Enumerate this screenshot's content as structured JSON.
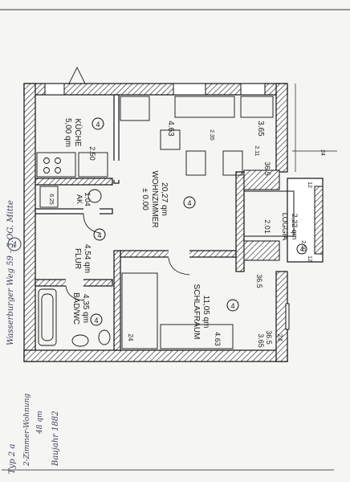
{
  "rooms": {
    "kueche": {
      "name": "KÜCHE",
      "area": "5,00 qm",
      "dim_a": "2.50",
      "dim_b": "4.63",
      "dim_c": "3.65"
    },
    "wohnzimmer": {
      "level": "± 0.00",
      "name": "WOHNZIMMER",
      "area": "20,27 qm"
    },
    "ak": {
      "name": "AK",
      "area": "1.04"
    },
    "flur": {
      "name": "FLUR",
      "area": "4,54 qm"
    },
    "bad": {
      "name": "BAD/WC",
      "area": "4,35 qm"
    },
    "loggia": {
      "name": "LOGGIA",
      "area": "2,22 qm",
      "dim_a": "2.01",
      "dim_b": "2.50"
    },
    "schlafraum": {
      "name": "SCHLAFRAUM",
      "area": "11,05 qm",
      "dim_a": "4.63",
      "dim_b": "3.65"
    }
  },
  "markers": {
    "room_number": "4"
  },
  "dims": {
    "d_235": "2.35",
    "d_211": "2.11",
    "d_365": "36.5",
    "d_24": "24",
    "d_12": "12",
    "d_625": "6.25",
    "d_12b": "12",
    "d_365b": "36.5",
    "d_24b": "24",
    "d_365c": "36.5",
    "d_24c": "24"
  },
  "handwriting": {
    "address": "Wasserburger Weg 59 - 3.OG. Mitte",
    "type": "Typ 2 a",
    "rooms": "2-Zimmer-Wohnung",
    "size": "48 qm",
    "year": "Baujahr 1882"
  }
}
